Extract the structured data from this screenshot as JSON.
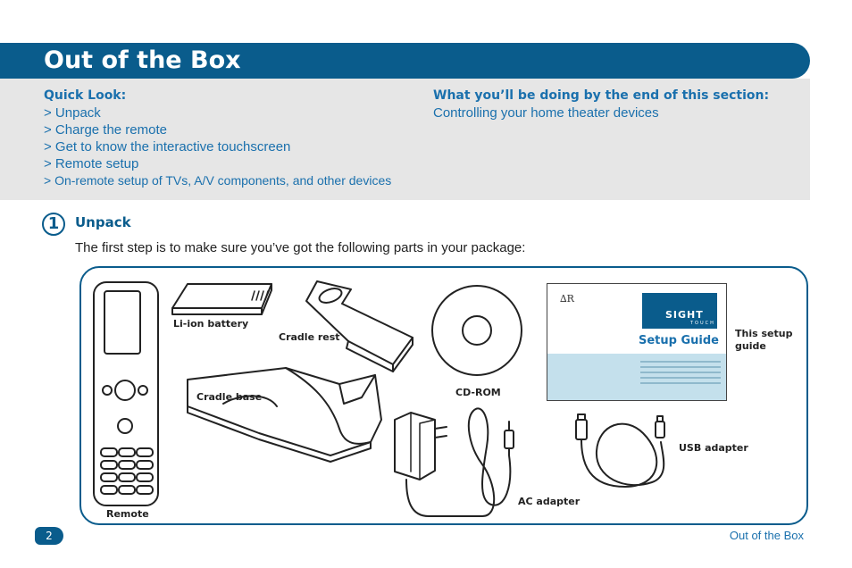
{
  "header": {
    "title": "Out of the Box"
  },
  "quick_look": {
    "heading": "Quick Look:",
    "items": [
      "> Unpack",
      "> Charge the remote",
      "> Get to know the interactive touchscreen",
      "> Remote setup",
      "> On-remote setup of TVs, A/V components, and other devices"
    ]
  },
  "goal": {
    "heading": "What you’ll be doing by the end of this section:",
    "text": "Controlling your home theater devices"
  },
  "step": {
    "number": "1",
    "title": "Unpack",
    "intro": "The first step is to make sure you’ve got the following parts in your package:"
  },
  "parts": {
    "remote": "Remote",
    "battery": "Li-ion battery",
    "cradle_rest": "Cradle rest",
    "cradle_base": "Cradle base",
    "cd_rom": "CD-ROM",
    "setup_guide_label_1": "This setup",
    "setup_guide_label_2": "guide",
    "usb_adapter": "USB adapter",
    "ac_adapter": "AC adapter"
  },
  "guide_cover": {
    "brand": "SIGHT",
    "brand_sub": "TOUCH",
    "title": "Setup Guide"
  },
  "footer": {
    "page_number": "2",
    "section": "Out of the Box"
  },
  "colors": {
    "accent": "#0a5c8c",
    "link_blue": "#1a70ad",
    "panel_gray": "#e6e6e6"
  }
}
